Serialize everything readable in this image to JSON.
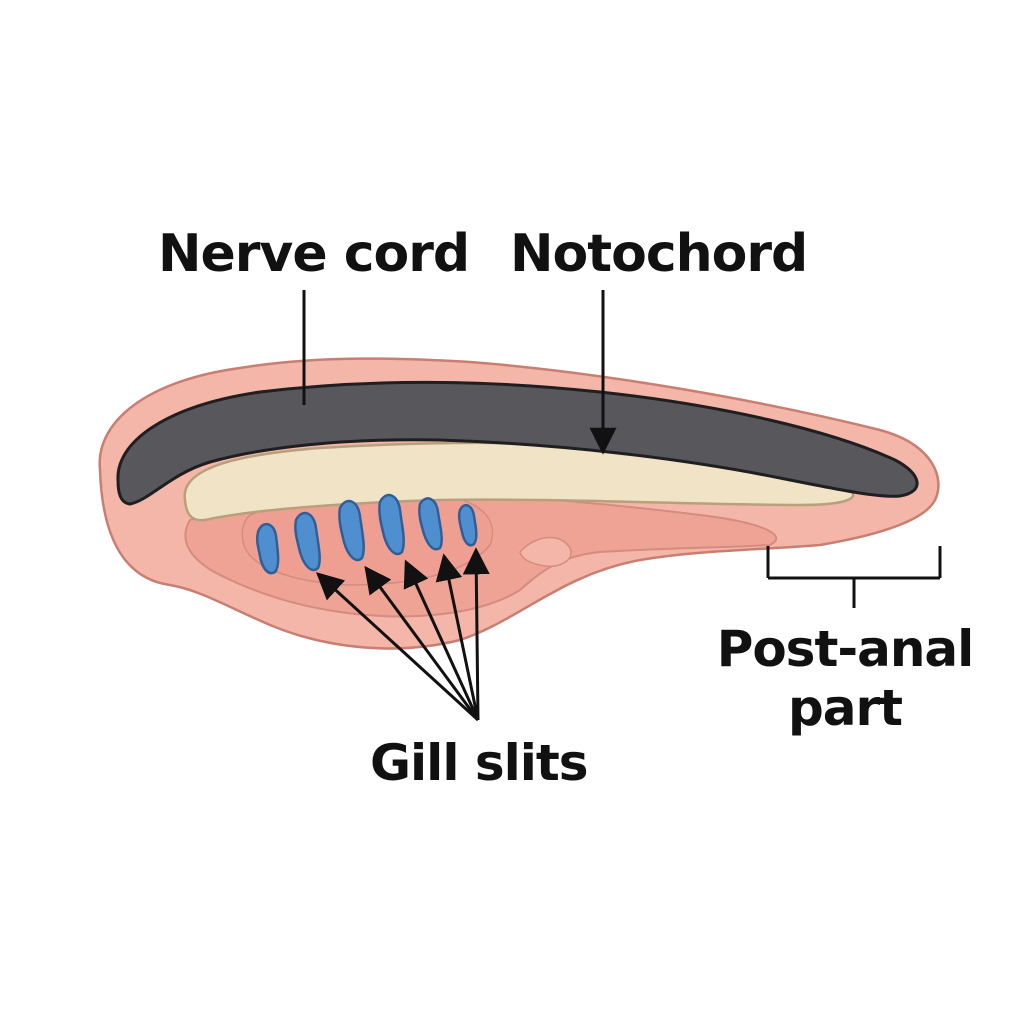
{
  "labels": {
    "nerve_cord": "Nerve cord",
    "notochord": "Notochord",
    "gill_slits": "Gill slits",
    "post_anal_line1": "Post-anal",
    "post_anal_line2": "part"
  },
  "gill_slit_count": 6,
  "colors": {
    "body": "#f4b6a8",
    "body_inner": "#eea395",
    "outline": "#c97e72",
    "nerve_cord": "#58585c",
    "notochord": "#f1e3c6",
    "gill": "#4f8fcf",
    "gill_outline": "#2f5f99",
    "pointer": "#111111"
  }
}
